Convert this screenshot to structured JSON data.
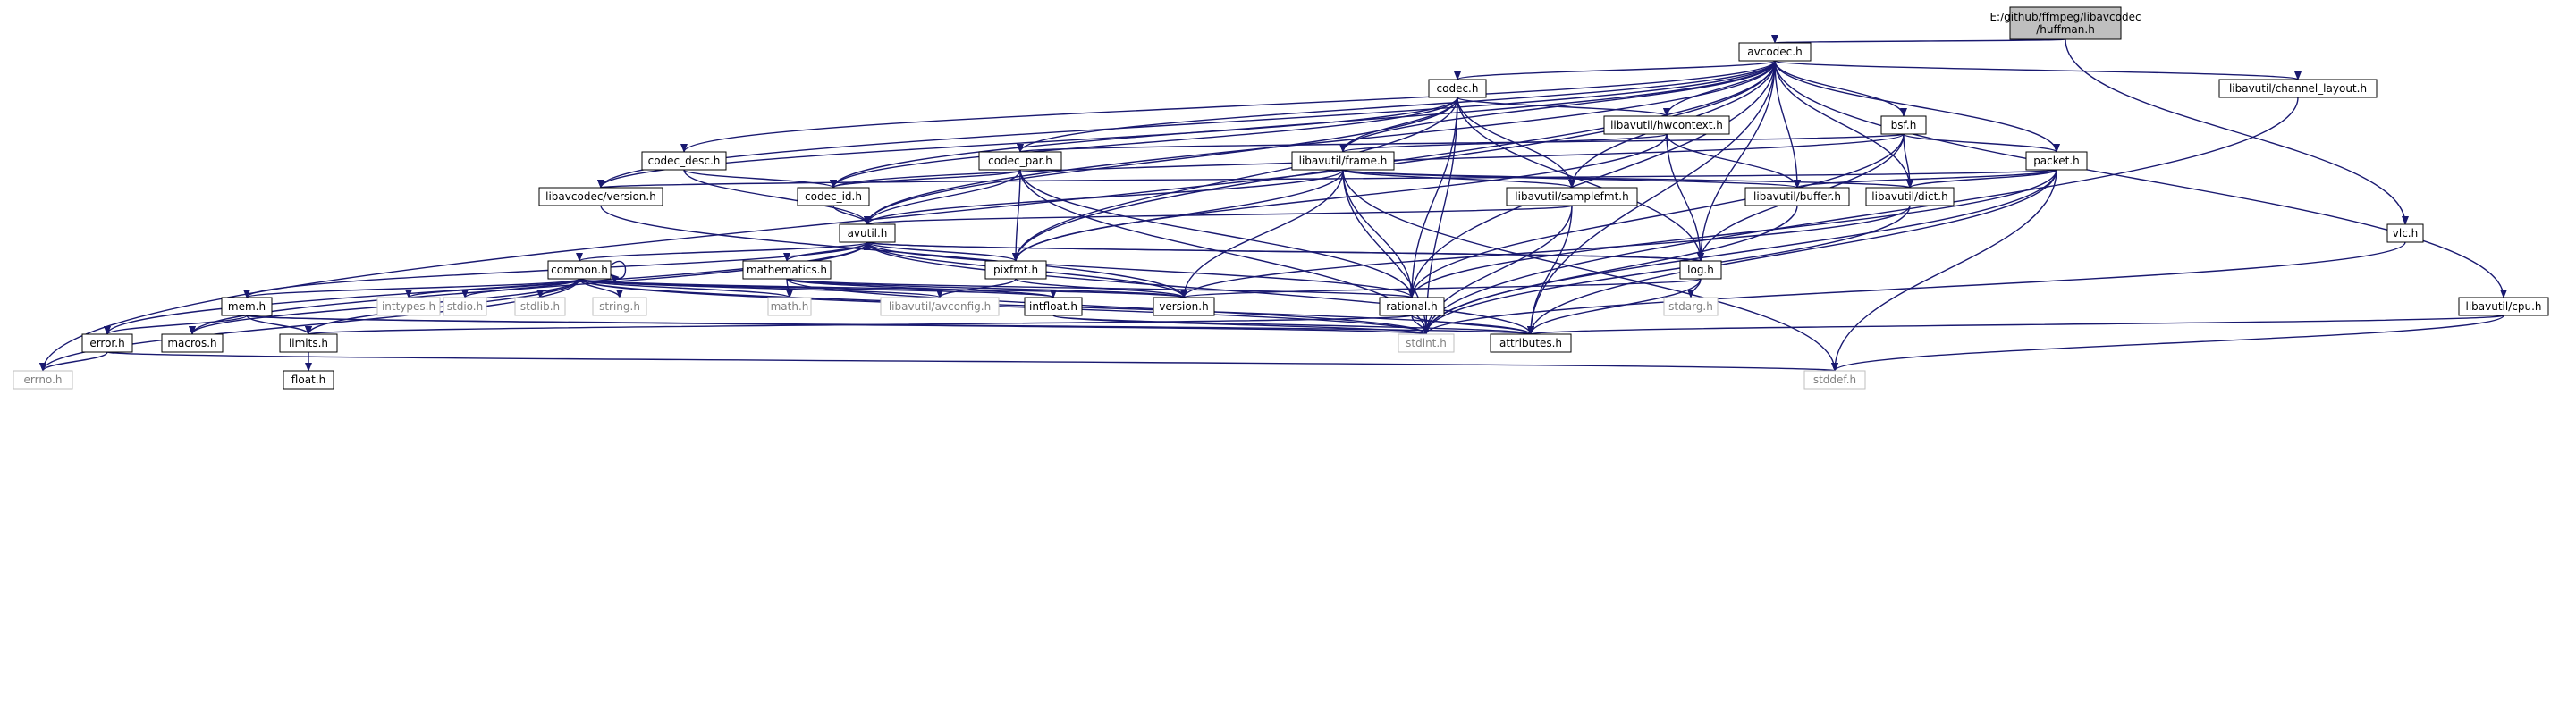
{
  "diagram": {
    "colors": {
      "edge": "#191970",
      "root_fill": "#bfbfbf",
      "node_fill": "#ffffff",
      "sys_border": "#bfbfbf"
    },
    "nodes": [
      {
        "id": "huffman",
        "lines": [
          "E:/github/ffmpeg/libavcodec",
          "/huffman.h"
        ],
        "kind": "root"
      },
      {
        "id": "avcodec",
        "lines": [
          "avcodec.h"
        ],
        "kind": "local"
      },
      {
        "id": "codec",
        "lines": [
          "codec.h"
        ],
        "kind": "local"
      },
      {
        "id": "chlayout",
        "lines": [
          "libavutil/channel_layout.h"
        ],
        "kind": "local"
      },
      {
        "id": "hwcontext",
        "lines": [
          "libavutil/hwcontext.h"
        ],
        "kind": "local"
      },
      {
        "id": "bsf",
        "lines": [
          "bsf.h"
        ],
        "kind": "local"
      },
      {
        "id": "codecdesc",
        "lines": [
          "codec_desc.h"
        ],
        "kind": "local"
      },
      {
        "id": "codecpar",
        "lines": [
          "codec_par.h"
        ],
        "kind": "local"
      },
      {
        "id": "frame",
        "lines": [
          "libavutil/frame.h"
        ],
        "kind": "local"
      },
      {
        "id": "packet",
        "lines": [
          "packet.h"
        ],
        "kind": "local"
      },
      {
        "id": "lavcversion",
        "lines": [
          "libavcodec/version.h"
        ],
        "kind": "local"
      },
      {
        "id": "codecid",
        "lines": [
          "codec_id.h"
        ],
        "kind": "local"
      },
      {
        "id": "samplefmt",
        "lines": [
          "libavutil/samplefmt.h"
        ],
        "kind": "local"
      },
      {
        "id": "buffer",
        "lines": [
          "libavutil/buffer.h"
        ],
        "kind": "local"
      },
      {
        "id": "dict",
        "lines": [
          "libavutil/dict.h"
        ],
        "kind": "local"
      },
      {
        "id": "vlc",
        "lines": [
          "vlc.h"
        ],
        "kind": "local"
      },
      {
        "id": "avutil",
        "lines": [
          "avutil.h"
        ],
        "kind": "local"
      },
      {
        "id": "common",
        "lines": [
          "common.h"
        ],
        "kind": "local"
      },
      {
        "id": "mathematics",
        "lines": [
          "mathematics.h"
        ],
        "kind": "local"
      },
      {
        "id": "pixfmt",
        "lines": [
          "pixfmt.h"
        ],
        "kind": "local"
      },
      {
        "id": "log",
        "lines": [
          "log.h"
        ],
        "kind": "local"
      },
      {
        "id": "mem",
        "lines": [
          "mem.h"
        ],
        "kind": "local"
      },
      {
        "id": "inttypes",
        "lines": [
          "inttypes.h"
        ],
        "kind": "sys"
      },
      {
        "id": "stdio",
        "lines": [
          "stdio.h"
        ],
        "kind": "sys"
      },
      {
        "id": "stdlib",
        "lines": [
          "stdlib.h"
        ],
        "kind": "sys"
      },
      {
        "id": "string",
        "lines": [
          "string.h"
        ],
        "kind": "sys"
      },
      {
        "id": "math",
        "lines": [
          "math.h"
        ],
        "kind": "sys"
      },
      {
        "id": "avconfig",
        "lines": [
          "libavutil/avconfig.h"
        ],
        "kind": "sys"
      },
      {
        "id": "intfloat",
        "lines": [
          "intfloat.h"
        ],
        "kind": "local"
      },
      {
        "id": "version",
        "lines": [
          "version.h"
        ],
        "kind": "local"
      },
      {
        "id": "rational",
        "lines": [
          "rational.h"
        ],
        "kind": "local"
      },
      {
        "id": "stdarg",
        "lines": [
          "stdarg.h"
        ],
        "kind": "sys"
      },
      {
        "id": "cpu",
        "lines": [
          "libavutil/cpu.h"
        ],
        "kind": "local"
      },
      {
        "id": "error",
        "lines": [
          "error.h"
        ],
        "kind": "local"
      },
      {
        "id": "macros",
        "lines": [
          "macros.h"
        ],
        "kind": "local"
      },
      {
        "id": "limits",
        "lines": [
          "limits.h"
        ],
        "kind": "local"
      },
      {
        "id": "stdint",
        "lines": [
          "stdint.h"
        ],
        "kind": "sys"
      },
      {
        "id": "attributes",
        "lines": [
          "attributes.h"
        ],
        "kind": "local"
      },
      {
        "id": "errno",
        "lines": [
          "errno.h"
        ],
        "kind": "sys"
      },
      {
        "id": "float",
        "lines": [
          "float.h"
        ],
        "kind": "local"
      },
      {
        "id": "stddef",
        "lines": [
          "stddef.h"
        ],
        "kind": "sys"
      }
    ],
    "edges": [
      [
        "huffman",
        "avcodec"
      ],
      [
        "huffman",
        "vlc"
      ],
      [
        "avcodec",
        "codec"
      ],
      [
        "avcodec",
        "chlayout"
      ],
      [
        "avcodec",
        "hwcontext"
      ],
      [
        "avcodec",
        "bsf"
      ],
      [
        "avcodec",
        "codecdesc"
      ],
      [
        "avcodec",
        "codecpar"
      ],
      [
        "avcodec",
        "frame"
      ],
      [
        "avcodec",
        "packet"
      ],
      [
        "avcodec",
        "lavcversion"
      ],
      [
        "avcodec",
        "codecid"
      ],
      [
        "avcodec",
        "samplefmt"
      ],
      [
        "avcodec",
        "buffer"
      ],
      [
        "avcodec",
        "dict"
      ],
      [
        "avcodec",
        "avutil"
      ],
      [
        "avcodec",
        "pixfmt"
      ],
      [
        "avcodec",
        "log"
      ],
      [
        "avcodec",
        "rational"
      ],
      [
        "avcodec",
        "attributes"
      ],
      [
        "avcodec",
        "cpu"
      ],
      [
        "avcodec",
        "errno"
      ],
      [
        "codec",
        "hwcontext"
      ],
      [
        "codec",
        "frame"
      ],
      [
        "codec",
        "samplefmt"
      ],
      [
        "codec",
        "lavcversion"
      ],
      [
        "codec",
        "codecid"
      ],
      [
        "codec",
        "avutil"
      ],
      [
        "codec",
        "pixfmt"
      ],
      [
        "codec",
        "log"
      ],
      [
        "codec",
        "rational"
      ],
      [
        "codec",
        "stdint"
      ],
      [
        "chlayout",
        "stdint"
      ],
      [
        "hwcontext",
        "frame"
      ],
      [
        "hwcontext",
        "buffer"
      ],
      [
        "hwcontext",
        "pixfmt"
      ],
      [
        "hwcontext",
        "log"
      ],
      [
        "bsf",
        "codecpar"
      ],
      [
        "bsf",
        "packet"
      ],
      [
        "bsf",
        "codecid"
      ],
      [
        "bsf",
        "dict"
      ],
      [
        "bsf",
        "log"
      ],
      [
        "bsf",
        "rational"
      ],
      [
        "codecdesc",
        "codecid"
      ],
      [
        "codecdesc",
        "avutil"
      ],
      [
        "codecpar",
        "codecid"
      ],
      [
        "codecpar",
        "avutil"
      ],
      [
        "codecpar",
        "pixfmt"
      ],
      [
        "codecpar",
        "rational"
      ],
      [
        "codecpar",
        "stdint"
      ],
      [
        "frame",
        "avutil"
      ],
      [
        "frame",
        "buffer"
      ],
      [
        "frame",
        "dict"
      ],
      [
        "frame",
        "samplefmt"
      ],
      [
        "frame",
        "pixfmt"
      ],
      [
        "frame",
        "rational"
      ],
      [
        "frame",
        "version"
      ],
      [
        "frame",
        "stdint"
      ],
      [
        "frame",
        "stddef"
      ],
      [
        "packet",
        "buffer"
      ],
      [
        "packet",
        "dict"
      ],
      [
        "packet",
        "lavcversion"
      ],
      [
        "packet",
        "rational"
      ],
      [
        "packet",
        "attributes"
      ],
      [
        "packet",
        "stdint"
      ],
      [
        "packet",
        "stddef"
      ],
      [
        "lavcversion",
        "version"
      ],
      [
        "codecid",
        "avutil"
      ],
      [
        "samplefmt",
        "avutil"
      ],
      [
        "samplefmt",
        "attributes"
      ],
      [
        "samplefmt",
        "stdint"
      ],
      [
        "buffer",
        "stdint"
      ],
      [
        "dict",
        "version"
      ],
      [
        "dict",
        "stdint"
      ],
      [
        "vlc",
        "stdint"
      ],
      [
        "avutil",
        "common"
      ],
      [
        "avutil",
        "mathematics"
      ],
      [
        "avutil",
        "pixfmt"
      ],
      [
        "avutil",
        "log"
      ],
      [
        "avutil",
        "version"
      ],
      [
        "avutil",
        "rational"
      ],
      [
        "avutil",
        "error"
      ],
      [
        "avutil",
        "macros"
      ],
      [
        "avutil",
        "attributes"
      ],
      [
        "common",
        "common"
      ],
      [
        "common",
        "mem"
      ],
      [
        "common",
        "inttypes"
      ],
      [
        "common",
        "stdio"
      ],
      [
        "common",
        "stdlib"
      ],
      [
        "common",
        "string"
      ],
      [
        "common",
        "math"
      ],
      [
        "common",
        "avconfig"
      ],
      [
        "common",
        "errno"
      ],
      [
        "common",
        "limits"
      ],
      [
        "common",
        "macros"
      ],
      [
        "common",
        "stdint"
      ],
      [
        "common",
        "attributes"
      ],
      [
        "common",
        "version"
      ],
      [
        "common",
        "intfloat"
      ],
      [
        "mathematics",
        "math"
      ],
      [
        "mathematics",
        "intfloat"
      ],
      [
        "mathematics",
        "rational"
      ],
      [
        "mathematics",
        "stdint"
      ],
      [
        "mathematics",
        "version"
      ],
      [
        "pixfmt",
        "avconfig"
      ],
      [
        "pixfmt",
        "version"
      ],
      [
        "log",
        "avutil"
      ],
      [
        "log",
        "stdarg"
      ],
      [
        "log",
        "version"
      ],
      [
        "log",
        "attributes"
      ],
      [
        "mem",
        "error"
      ],
      [
        "mem",
        "limits"
      ],
      [
        "mem",
        "avutil"
      ],
      [
        "mem",
        "stdint"
      ],
      [
        "mem",
        "attributes"
      ],
      [
        "intfloat",
        "stdint"
      ],
      [
        "intfloat",
        "attributes"
      ],
      [
        "rational",
        "stdint"
      ],
      [
        "rational",
        "limits"
      ],
      [
        "rational",
        "attributes"
      ],
      [
        "cpu",
        "attributes"
      ],
      [
        "cpu",
        "stddef"
      ],
      [
        "error",
        "errno"
      ],
      [
        "error",
        "stddef"
      ],
      [
        "limits",
        "float"
      ]
    ]
  }
}
